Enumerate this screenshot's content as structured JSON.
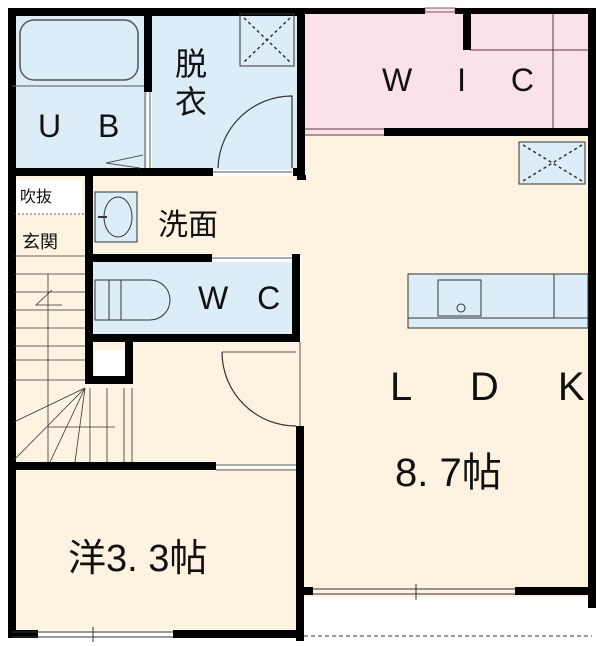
{
  "floor_plan": {
    "colors": {
      "wall": "#000000",
      "wet_area": "#dcedf8",
      "closet": "#fbe2ea",
      "living": "#fdf3e0",
      "void": "#ffffff",
      "fixture_line": "#333333"
    },
    "rooms": [
      {
        "id": "ub",
        "label": "U B"
      },
      {
        "id": "datsui",
        "label": "脱衣"
      },
      {
        "id": "wic",
        "label": "W I C"
      },
      {
        "id": "fukinuke",
        "label": "吹抜"
      },
      {
        "id": "genkan",
        "label": "玄関"
      },
      {
        "id": "senmen",
        "label": "洗面"
      },
      {
        "id": "wc",
        "label": "W C"
      },
      {
        "id": "ldk",
        "label": "L D K",
        "size": "8. 7帖"
      },
      {
        "id": "yo",
        "label": "洋3. 3帖"
      }
    ]
  }
}
